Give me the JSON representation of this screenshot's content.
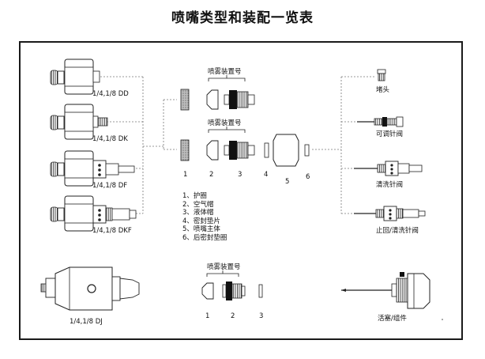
{
  "title": "喷嘴类型和装配一览表",
  "nozzle_types": [
    "1/4,1/8 DD",
    "1/4,1/8 DK",
    "1/4,1/8 DF",
    "1/4,1/8 DKF",
    "1/4,1/8 DJ"
  ],
  "spray_device_label": "喷雾装置号",
  "part_numbers": [
    "1",
    "2",
    "3",
    "4",
    "5",
    "6"
  ],
  "legend": [
    "1、护圈",
    "2、空气帽",
    "3、液体帽",
    "4、密封垫片",
    "5、喷嘴主体",
    "6、后密封垫圈"
  ],
  "bottom_numbers": [
    "1",
    "2",
    "3"
  ],
  "accessories": [
    "堵头",
    "可调针阀",
    "清洗针阀",
    "止回/清洗针阀",
    "活塞/组件"
  ]
}
